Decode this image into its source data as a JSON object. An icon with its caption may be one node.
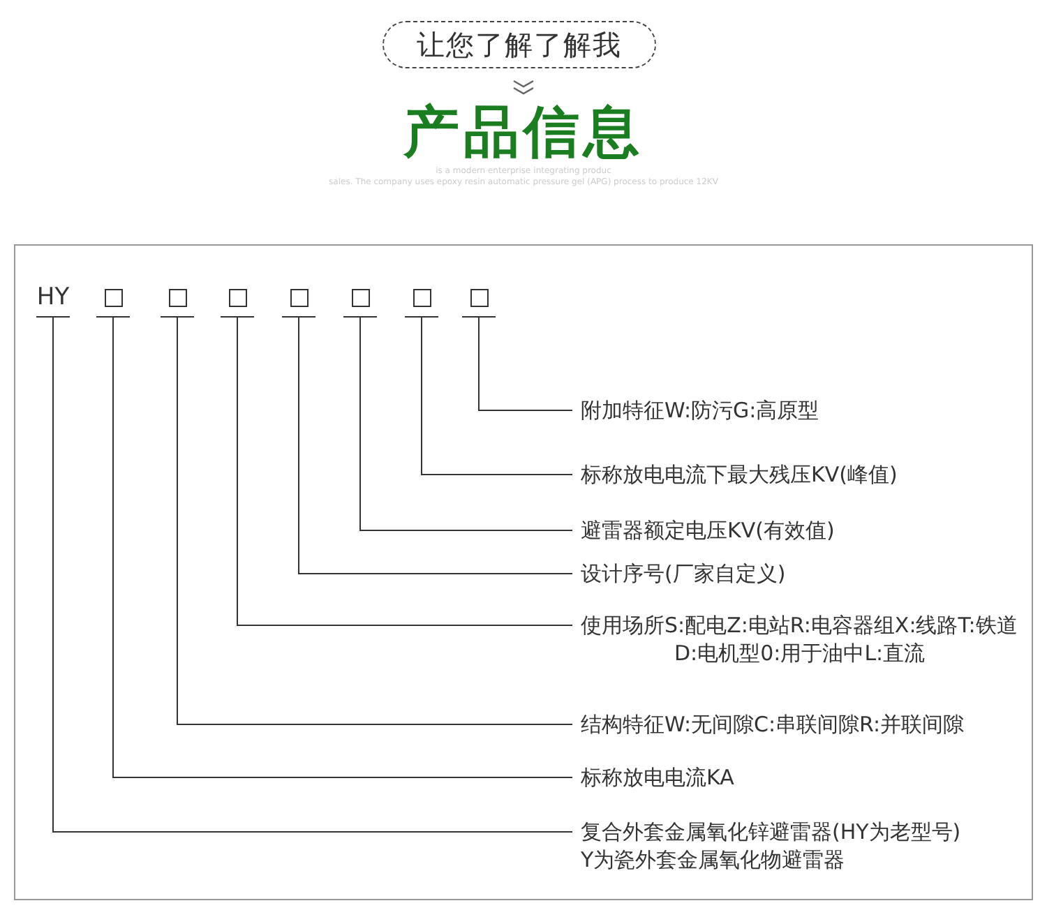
{
  "diagram": {
    "title": "产品信息",
    "nodes": [
      {
        "text": [
          "让您了解了解我"
        ]
      },
      {
        "text": [
          "HY"
        ]
      },
      {
        "text": [],
        "shape": "box"
      },
      {
        "text": [],
        "shape": "box"
      },
      {
        "text": [],
        "shape": "box"
      },
      {
        "text": [],
        "shape": "box"
      },
      {
        "text": [],
        "shape": "box"
      },
      {
        "text": [],
        "shape": "box"
      },
      {
        "text": [],
        "shape": "box"
      },
      {
        "text": [
          "附加特征W:防污G:高原型"
        ]
      },
      {
        "text": [
          "标称放电电流下最大残压KV(峰值)"
        ]
      },
      {
        "text": [
          "避雷器额定电压KV(有效值)"
        ]
      },
      {
        "text": [
          "设计序号(厂家自定义)"
        ]
      },
      {
        "text": [
          "使用场所S:配电Z:电站R:电容器组X:线路T:铁道D:电机型0:用于油中L:直流"
        ]
      },
      {
        "text": [
          "结构特征W:无间隙C:串联间隙R:并联间隙"
        ]
      },
      {
        "text": [
          "标称放电电流KA"
        ]
      },
      {
        "text": [
          "复合外套金属氧化锌避雷器(HY为老型号)Y为瓷外套金属氧化物避雷器"
        ]
      }
    ],
    "edges": [
      {
        "from": 9,
        "to": 8,
        "arrow": "none"
      },
      {
        "from": 10,
        "to": 7,
        "arrow": "none"
      },
      {
        "from": 11,
        "to": 6,
        "arrow": "none"
      },
      {
        "from": 12,
        "to": 5,
        "arrow": "none"
      },
      {
        "from": 13,
        "to": 4,
        "arrow": "none"
      },
      {
        "from": 14,
        "to": 3,
        "arrow": "none"
      },
      {
        "from": 15,
        "to": 2,
        "arrow": "none"
      },
      {
        "from": 16,
        "to": 1,
        "arrow": "none"
      }
    ],
    "labels": [
      "is a modern enterprise integrating produc",
      "sales. The company uses epoxy resin automatic pressure gel (APG) process to produce 12KV"
    ]
  }
}
